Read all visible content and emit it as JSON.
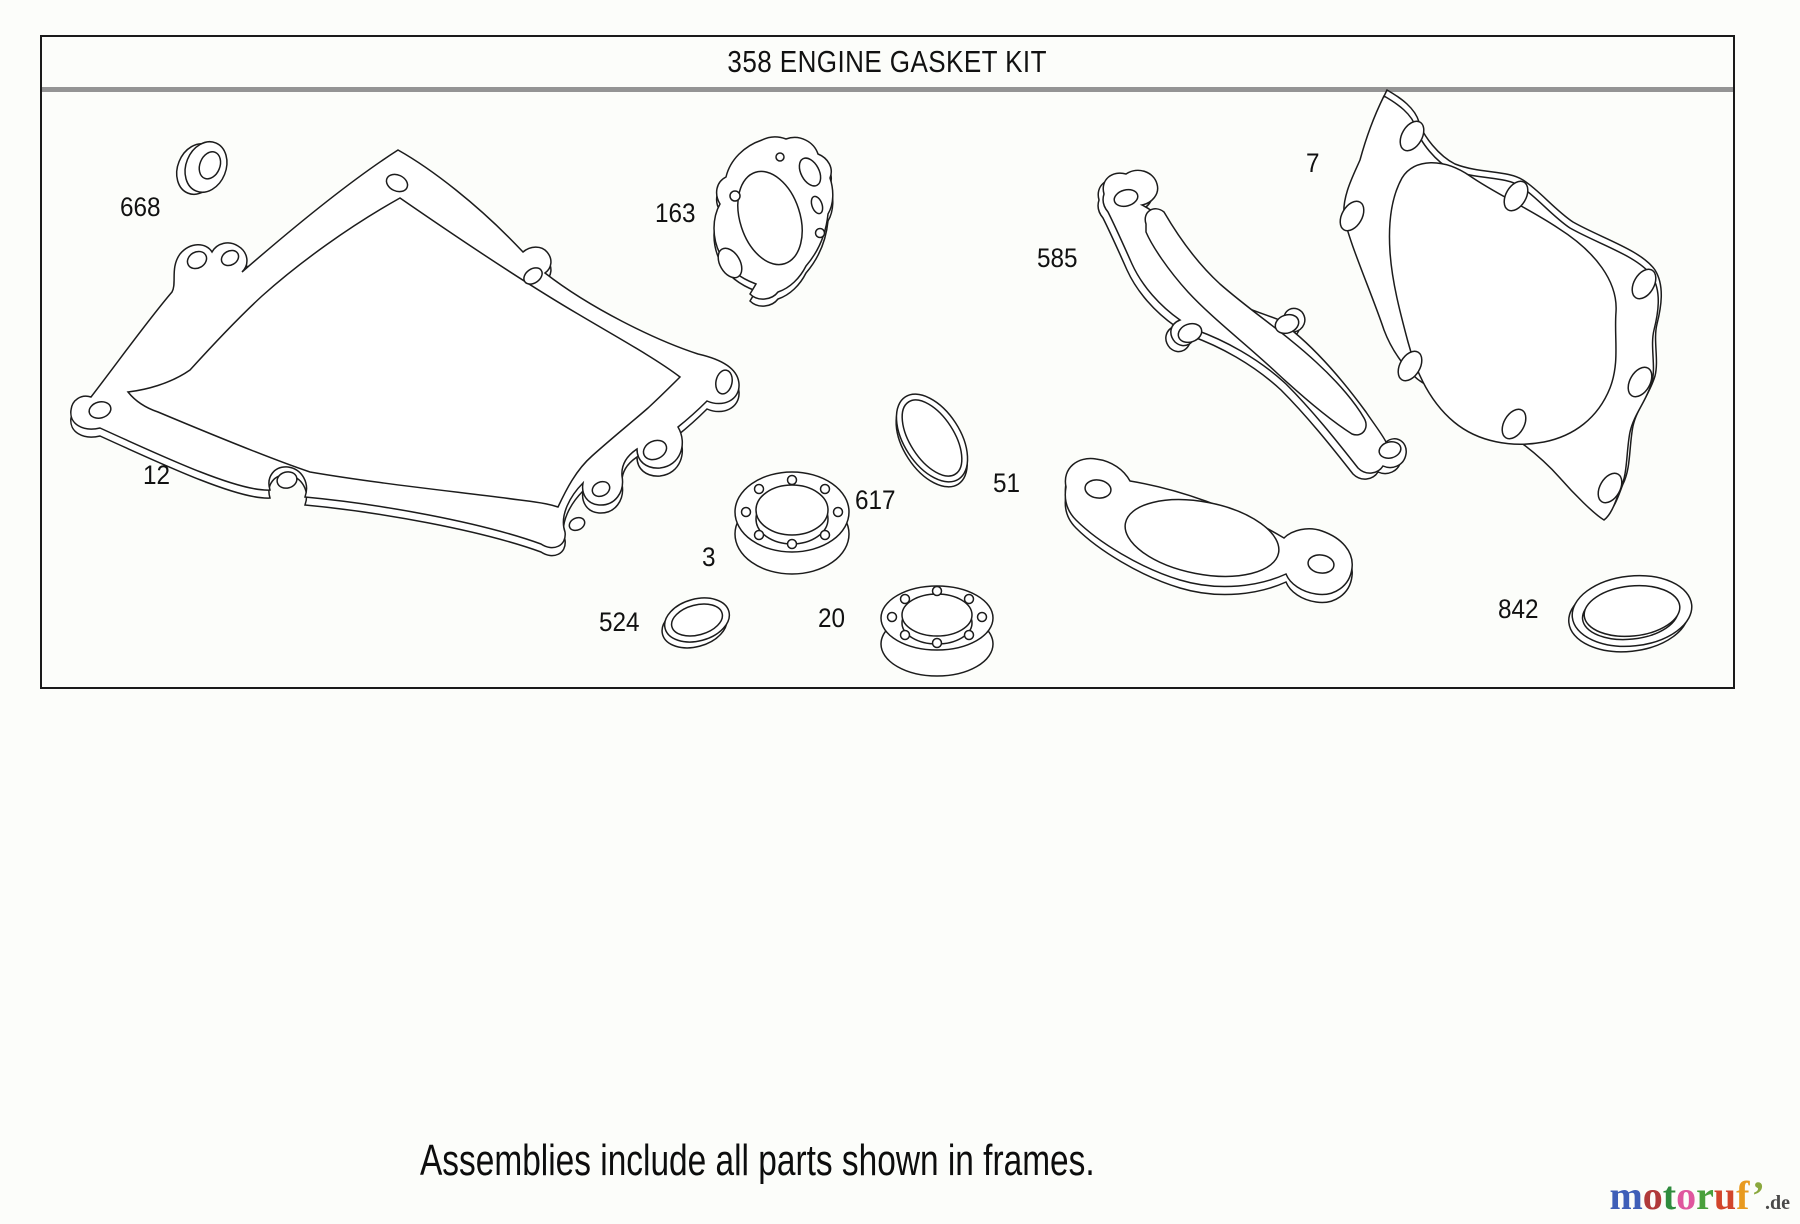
{
  "frame": {
    "title": "358 ENGINE GASKET KIT"
  },
  "caption": "Assemblies include all parts shown in frames.",
  "parts": {
    "p668": {
      "label": "668",
      "name": "grommet-seal"
    },
    "p163": {
      "label": "163",
      "name": "carburetor-gasket"
    },
    "p12": {
      "label": "12",
      "name": "crankcase-gasket"
    },
    "p524": {
      "label": "524",
      "name": "o-ring-small"
    },
    "p3": {
      "label": "3",
      "name": "flanged-seal"
    },
    "p20": {
      "label": "20",
      "name": "flanged-seal-lower"
    },
    "p617": {
      "label": "617",
      "name": "oval-ring"
    },
    "p51": {
      "label": "51",
      "name": "muffler-gasket"
    },
    "p585": {
      "label": "585",
      "name": "breather-gasket"
    },
    "p7": {
      "label": "7",
      "name": "cylinder-head-gasket"
    },
    "p842": {
      "label": "842",
      "name": "o-ring-large"
    }
  },
  "colors": {
    "line": "#1c1c1c",
    "border": "#1a1a1a",
    "separator": "#949494",
    "background": "#fcfdfa"
  },
  "logo": {
    "letters": [
      {
        "ch": "m",
        "color": "#3f5fb8"
      },
      {
        "ch": "o",
        "color": "#b03a3a"
      },
      {
        "ch": "t",
        "color": "#2e8b3d"
      },
      {
        "ch": "o",
        "color": "#df579e"
      },
      {
        "ch": "r",
        "color": "#49a03c"
      },
      {
        "ch": "u",
        "color": "#d2452b"
      },
      {
        "ch": "f",
        "color": "#e89a20"
      },
      {
        "ch": "’",
        "color": "#8aa83d"
      }
    ],
    "suffix": ".de"
  }
}
